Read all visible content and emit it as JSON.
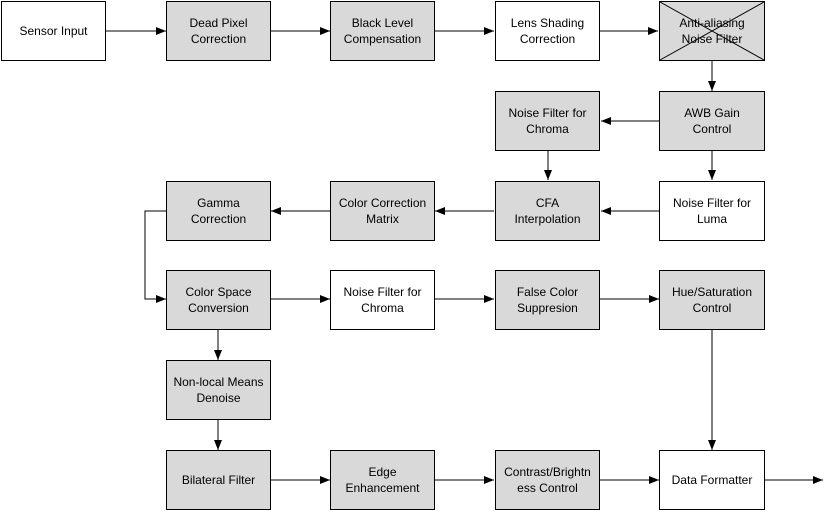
{
  "diagram": {
    "nodes": {
      "sensor_input": "Sensor Input",
      "dead_pixel": "Dead Pixel\nCorrection",
      "black_level": "Black Level\nCompensation",
      "lens_shading": "Lens Shading\nCorrection",
      "anti_aliasing": "Anti-aliasing\nNoise Filter",
      "awb_gain": "AWB Gain\nControl",
      "noise_chroma_1": "Noise Filter for\nChroma",
      "noise_luma": "Noise Filter for\nLuma",
      "cfa": "CFA\nInterpolation",
      "ccm": "Color Correction\nMatrix",
      "gamma": "Gamma\nCorrection",
      "csc": "Color Space\nConversion",
      "noise_chroma_2": "Noise Filter for\nChroma",
      "false_color": "False Color\nSuppresion",
      "hue_sat": "Hue/Saturation\nControl",
      "nlm": "Non-local Means\nDenoise",
      "bilateral": "Bilateral Filter",
      "edge": "Edge\nEnhancement",
      "contrast": "Contrast/Brightn\ness Control",
      "data_formatter": "Data Formatter"
    },
    "colors": {
      "gray_fill": "#d9d9d9",
      "white_fill": "#ffffff",
      "stroke": "#000000"
    }
  }
}
